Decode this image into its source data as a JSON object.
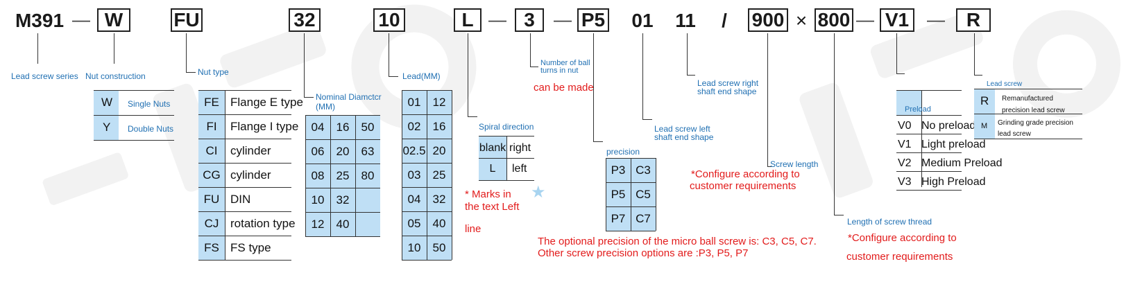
{
  "codes": {
    "series": "M391",
    "nut": "W",
    "type": "FU",
    "diameter": "32",
    "lead": "10",
    "spiral": "L",
    "turns": "3",
    "precision": "P5",
    "left_end": "01",
    "right_end": "11",
    "slash": "/",
    "screw_length": "900",
    "times": "×",
    "thread_length": "800",
    "preload": "V1",
    "screw_kind": "R",
    "dash": "—"
  },
  "labels": {
    "series": "Lead screw series",
    "nut": "Nut construction",
    "nut_type": "Nut type",
    "diameter_1": "Nominal Diamctcr",
    "diameter_2": "(MM)",
    "lead": "Lead(MM)",
    "turns_1": "Number of ball",
    "turns_2": "turns in nut",
    "spiral": "Spiral direction",
    "precision": "precision",
    "left_end_1": "Lead screw left",
    "left_end_2": "shaft end shape",
    "right_end_1": "Lead screw right",
    "right_end_2": "shaft end shape",
    "screw_length": "Screw length",
    "thread_length": "Length of screw thread",
    "preload": "Preload",
    "screw_kind": "Lead screw"
  },
  "notes": {
    "can_be_made": "can be made",
    "marks_1": "* Marks in",
    "marks_2": "the text Left",
    "marks_3": "line",
    "cfg_1a": "*Configure according to",
    "cfg_1b": "customer requirements",
    "cfg_2a": "*Configure according to",
    "cfg_2b": "customer requirements",
    "micro_1": "The optional precision of the micro ball screw is: C3, C5, C7.",
    "micro_2": "Other screw precision options are :P3, P5, P7"
  },
  "nut_table": [
    {
      "code": "W",
      "desc": "Single Nuts"
    },
    {
      "code": "Y",
      "desc": "Double Nuts"
    }
  ],
  "type_table": [
    {
      "code": "FE",
      "desc": "Flange E type"
    },
    {
      "code": "FI",
      "desc": "Flange I type"
    },
    {
      "code": "CI",
      "desc": "cylinder"
    },
    {
      "code": "CG",
      "desc": "cylinder"
    },
    {
      "code": "FU",
      "desc": "DIN"
    },
    {
      "code": "CJ",
      "desc": "rotation type"
    },
    {
      "code": "FS",
      "desc": "FS type"
    }
  ],
  "diameter_table": [
    [
      "04",
      "16",
      "50"
    ],
    [
      "06",
      "20",
      "63"
    ],
    [
      "08",
      "25",
      "80"
    ],
    [
      "10",
      "32",
      ""
    ],
    [
      "12",
      "40",
      ""
    ]
  ],
  "lead_table": [
    [
      "01",
      "12"
    ],
    [
      "02",
      "16"
    ],
    [
      "02.5",
      "20"
    ],
    [
      "03",
      "25"
    ],
    [
      "04",
      "32"
    ],
    [
      "05",
      "40"
    ],
    [
      "10",
      "50"
    ]
  ],
  "spiral_table": [
    {
      "code": "blank",
      "desc": "right"
    },
    {
      "code": "L",
      "desc": "left"
    }
  ],
  "precision_table": [
    [
      "P3",
      "C3"
    ],
    [
      "P5",
      "C5"
    ],
    [
      "P7",
      "C7"
    ]
  ],
  "preload_table": [
    {
      "code": "V0",
      "desc": "No preload"
    },
    {
      "code": "V1",
      "desc": "Light preload"
    },
    {
      "code": "V2",
      "desc": "Medium Preload"
    },
    {
      "code": "V3",
      "desc": "High Preload"
    }
  ],
  "kind_table": [
    {
      "code": "R",
      "desc_1": "Remanufactured",
      "desc_2": "precision lead screw"
    },
    {
      "code": "M",
      "desc_1": "Grinding grade precision",
      "desc_2": "lead screw"
    }
  ],
  "colors": {
    "cell": "#bfdff5",
    "label": "#1f6fb2",
    "note": "#e21b1b"
  }
}
